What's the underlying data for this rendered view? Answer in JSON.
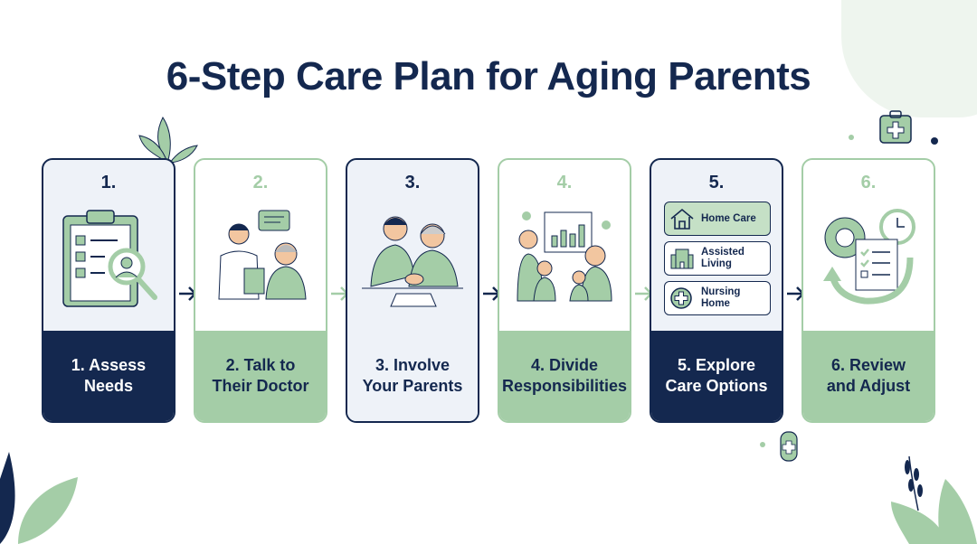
{
  "title": "6-Step Care Plan for Aging Parents",
  "steps": [
    {
      "number": "1.",
      "label_line1": "1. Assess",
      "label_line2": "Needs",
      "style": "dark",
      "icon": "clipboard-magnifier-icon"
    },
    {
      "number": "2.",
      "label_line1": "2. Talk to",
      "label_line2": "Their Doctor",
      "style": "green",
      "icon": "doctor-patient-icon"
    },
    {
      "number": "3.",
      "label_line1": "3. Involve",
      "label_line2": "Your Parents",
      "style": "light",
      "icon": "handshake-icon"
    },
    {
      "number": "4.",
      "label_line1": "4. Divide",
      "label_line2": "Responsibilities",
      "style": "green",
      "icon": "family-chart-icon"
    },
    {
      "number": "5.",
      "label_line1": "5. Explore",
      "label_line2": "Care Options",
      "style": "dark",
      "icon": "care-options-icon",
      "options": [
        {
          "label": "Home Care",
          "icon": "house-icon"
        },
        {
          "label_line1": "Assisted",
          "label_line2": "Living",
          "icon": "building-icon"
        },
        {
          "label_line1": "Nursing",
          "label_line2": "Home",
          "icon": "medical-cross-icon"
        }
      ]
    },
    {
      "number": "6.",
      "label_line1": "6. Review",
      "label_line2": "and Adjust",
      "style": "green",
      "icon": "gear-clock-checklist-icon"
    }
  ],
  "colors": {
    "navy": "#14284f",
    "green": "#a4cda7",
    "light": "#eef2f8"
  }
}
